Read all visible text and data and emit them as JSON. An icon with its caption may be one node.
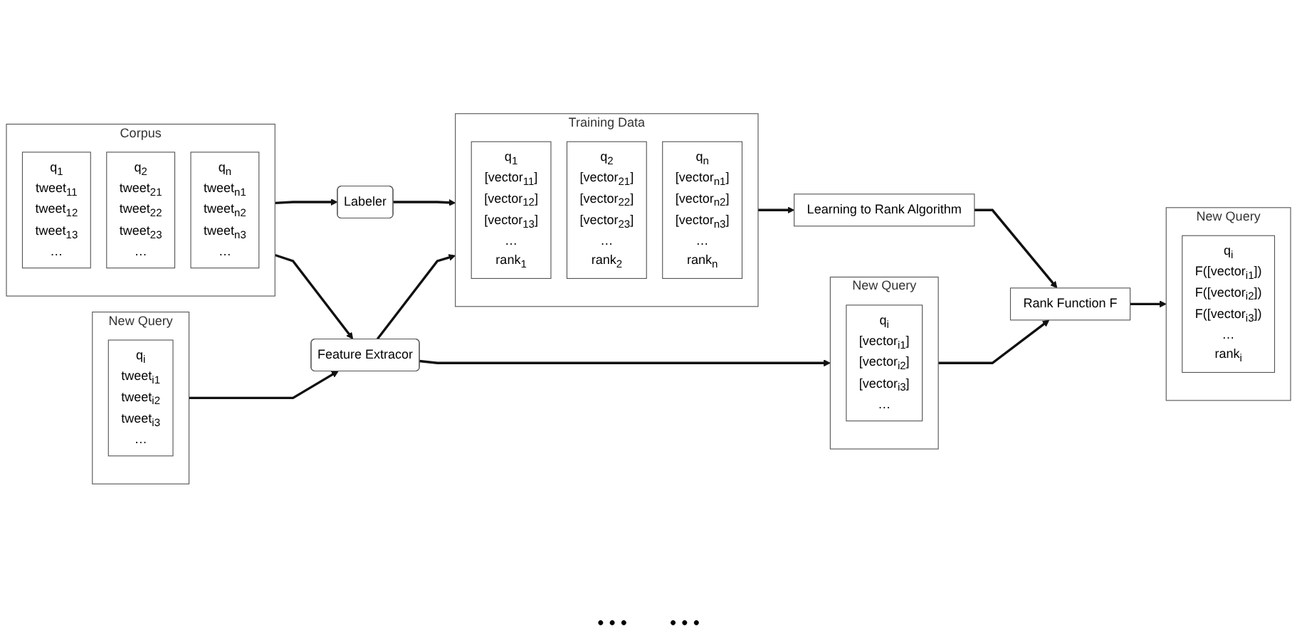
{
  "diagram": {
    "nodes": [
      {
        "text": [
          "Corpus"
        ]
      },
      {
        "text": [
          "q$_{1}$",
          "tweet$_{11}$",
          "tweet$_{12}$",
          "tweet$_{13}$",
          "…"
        ],
        "in": 0
      },
      {
        "text": [
          "q$_{2}$",
          "tweet$_{21}$",
          "tweet$_{22}$",
          "tweet$_{23}$",
          "…"
        ],
        "in": 0
      },
      {
        "text": [
          "q$_{n}$",
          "tweet$_{n1}$",
          "tweet$_{n2}$",
          "tweet$_{n3}$",
          "…"
        ],
        "in": 0
      },
      {
        "text": [
          "New Query"
        ]
      },
      {
        "text": [
          "q$_{i}$",
          "tweet$_{i1}$",
          "tweet$_{i2}$",
          "tweet$_{i3}$",
          "…"
        ],
        "in": 4
      },
      {
        "text": [
          "Labeler"
        ]
      },
      {
        "text": [
          "Feature Extracor"
        ]
      },
      {
        "text": [
          "Training Data"
        ]
      },
      {
        "text": [
          "q$_{1}$",
          "[vector$_{11}$]",
          "[vector$_{12}$]",
          "[vector$_{13}$]",
          "…",
          "rank$_{1}$"
        ],
        "in": 8
      },
      {
        "text": [
          "q$_{2}$",
          "[vector$_{21}$]",
          "[vector$_{22}$]",
          "[vector$_{23}$]",
          "…",
          "rank$_{2}$"
        ],
        "in": 8
      },
      {
        "text": [
          "q$_{n}$",
          "[vector$_{n1}$]",
          "[vector$_{n2}$]",
          "[vector$_{n3}$]",
          "…",
          "rank$_{n}$"
        ],
        "in": 8
      },
      {
        "text": [
          "New Query"
        ]
      },
      {
        "text": [
          "q$_{i}$",
          "[vector$_{i1}$]",
          "[vector$_{i2}$]",
          "[vector$_{i3}$]",
          "…"
        ],
        "in": 12
      },
      {
        "text": [
          "Learning to Rank Algorithm"
        ]
      },
      {
        "text": [
          "Rank Function F"
        ]
      },
      {
        "text": [
          "New Query"
        ]
      },
      {
        "text": [
          "q$_{i}$",
          "F([vector$_{i1}$])",
          "F([vector$_{i2}$])",
          "F([vector$_{i3}$])",
          "…",
          "rank$_{i}$"
        ],
        "in": 16
      }
    ],
    "edges": [
      {
        "from": 0,
        "to": 6,
        "arrow": "to"
      },
      {
        "from": 6,
        "to": 8,
        "arrow": "to"
      },
      {
        "from": 0,
        "to": 7,
        "arrow": "to"
      },
      {
        "from": 4,
        "to": 7,
        "arrow": "to"
      },
      {
        "from": 7,
        "to": 8,
        "arrow": "to"
      },
      {
        "from": 7,
        "to": 12,
        "arrow": "to"
      },
      {
        "from": 8,
        "to": 14,
        "arrow": "to"
      },
      {
        "from": 14,
        "to": 15,
        "arrow": "to"
      },
      {
        "from": 12,
        "to": 15,
        "arrow": "to"
      },
      {
        "from": 15,
        "to": 16,
        "arrow": "to"
      }
    ],
    "labels": [
      "• • •",
      "• • •"
    ]
  }
}
